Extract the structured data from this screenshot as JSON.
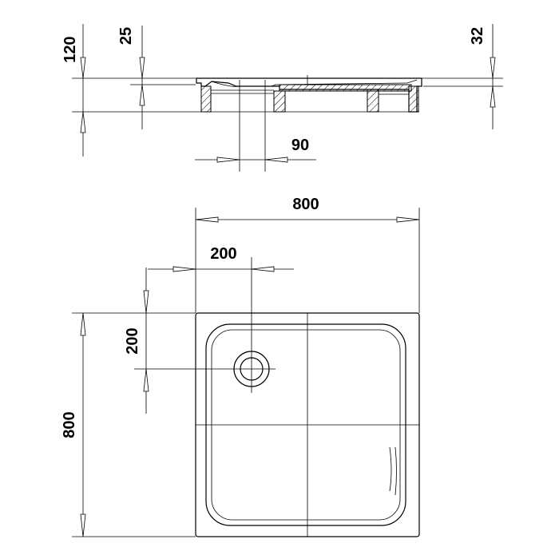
{
  "dimensions": {
    "total_height": "120",
    "rim_height": "25",
    "edge_height": "32",
    "drain_diameter": "90",
    "width": "800",
    "drain_offset_x": "200",
    "drain_offset_y": "200",
    "depth": "800"
  }
}
